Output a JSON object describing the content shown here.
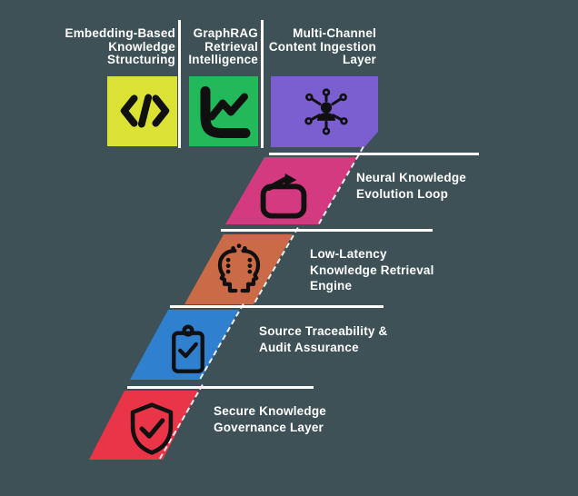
{
  "canvas": {
    "background_color": "#3D5156",
    "text_color": "#FFFFFF",
    "line_color": "#FFFFFF",
    "icon_color": "#101010"
  },
  "top_blocks": [
    {
      "label": "Embedding-Based\nKnowledge\nStructuring",
      "color": "#DBE234",
      "icon": "code-icon"
    },
    {
      "label": "GraphRAG\nRetrieval\nIntelligence",
      "color": "#21B95A",
      "icon": "line-chart-icon"
    },
    {
      "label": "Multi-Channel\nContent Ingestion\nLayer",
      "color": "#7B5FD0",
      "icon": "person-network-icon"
    }
  ],
  "cascade_steps": [
    {
      "label": "Neural Knowledge\nEvolution Loop",
      "color": "#D43A80",
      "icon": "repeat-loop-icon"
    },
    {
      "label": "Low-Latency\nKnowledge Retrieval\nEngine",
      "color": "#CB6A46",
      "icon": "face-to-face-icon"
    },
    {
      "label": "Source Traceability &\nAudit Assurance",
      "color": "#2F80CF",
      "icon": "clipboard-check-icon"
    },
    {
      "label": "Secure Knowledge\nGovernance Layer",
      "color": "#EA3448",
      "icon": "shield-check-icon"
    }
  ]
}
